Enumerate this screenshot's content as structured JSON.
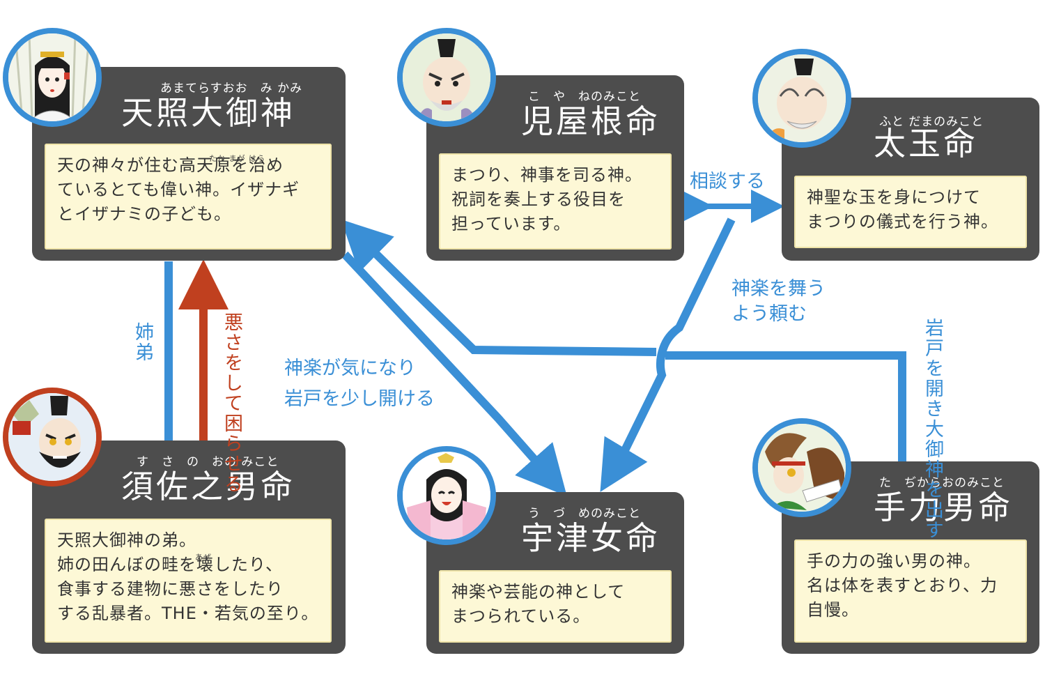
{
  "colors": {
    "card_bg": "#4d4d4d",
    "desc_bg": "#fdf8d6",
    "blue": "#3a8fd6",
    "red": "#c0401f"
  },
  "gods": {
    "amaterasu": {
      "ruby": "あまてらすおお　み かみ",
      "name": "天照大御神",
      "desc": [
        "天の神々が住む高天原を治め",
        "ているとても偉い神。イザナギ",
        "とイザナミの子ども。"
      ],
      "inline_ruby": "たか まが はら",
      "avatar_icon": "amaterasu-portrait-icon"
    },
    "koyane": {
      "ruby": "こ　や　ねのみこと",
      "name": "児屋根命",
      "desc": [
        "まつり、神事を司る神。",
        "祝詞を奏上する役目を",
        "担っています。"
      ],
      "avatar_icon": "koyane-portrait-icon"
    },
    "futodama": {
      "ruby": "ふと だまのみこと",
      "name": "太玉命",
      "desc": [
        "神聖な玉を身につけて",
        "まつりの儀式を行う神。"
      ],
      "avatar_icon": "futodama-portrait-icon"
    },
    "susanoo": {
      "ruby": "す　さ　の　おの みこと",
      "name": "須佐之男命",
      "desc": [
        "天照大御神の弟。",
        "姉の田んぼの畦を壊したり、",
        "食事する建物に悪さをしたり",
        "する乱暴者。THE・若気の至り。"
      ],
      "inline_ruby": "あぜ",
      "avatar_icon": "susanoo-portrait-icon"
    },
    "uzume": {
      "ruby": "う　づ　めのみこと",
      "name": "宇津女命",
      "desc": [
        "神楽や芸能の神として",
        "まつられている。"
      ],
      "avatar_icon": "uzume-portrait-icon"
    },
    "tajikarao": {
      "ruby": "た　ぢからおのみこと",
      "name": "手力男命",
      "desc": [
        "手の力の強い男の神。",
        "名は体を表すとおり、力",
        "自慢。"
      ],
      "avatar_icon": "tajikarao-portrait-icon"
    }
  },
  "relations": {
    "siblings": "姉弟",
    "mischief": "悪さをして困らせる",
    "consult": "相談する",
    "ask_dance": [
      "神楽を舞う",
      "よう頼む"
    ],
    "curious": [
      "神楽が気になり",
      "岩戸を少し開ける"
    ],
    "open_door": "岩戸を開き大御神を出す"
  }
}
